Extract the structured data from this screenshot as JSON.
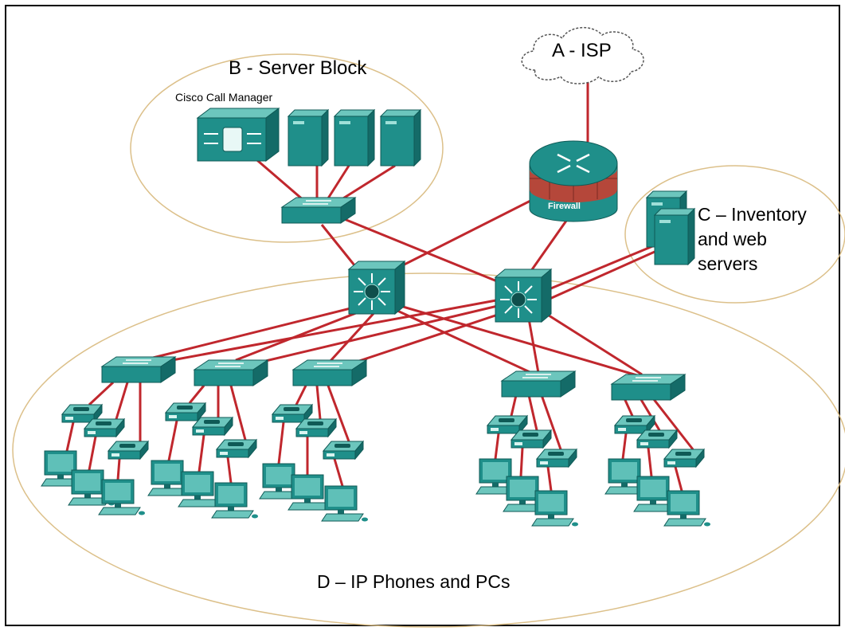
{
  "labels": {
    "isp": "A - ISP",
    "server_block": "B - Server Block",
    "call_manager": "Cisco Call Manager",
    "inventory": "C – Inventory\nand web\nservers",
    "phones_pcs": "D – IP Phones and PCs",
    "firewall": "Firewall"
  },
  "colors": {
    "link": "#c0272d",
    "device": "#1f8f8a",
    "device_dark": "#146b68",
    "device_light": "#5fc0b8",
    "zone_outline": "#dcc08a",
    "firewall_band": "#b5473a"
  },
  "icons": {
    "cloud": "cloud-icon",
    "router_firewall": "firewall-router-icon",
    "multilayer_switch": "multilayer-switch-icon",
    "switch": "switch-icon",
    "server": "server-icon",
    "call_manager": "call-manager-icon",
    "ip_phone": "ip-phone-icon",
    "pc": "pc-icon"
  }
}
